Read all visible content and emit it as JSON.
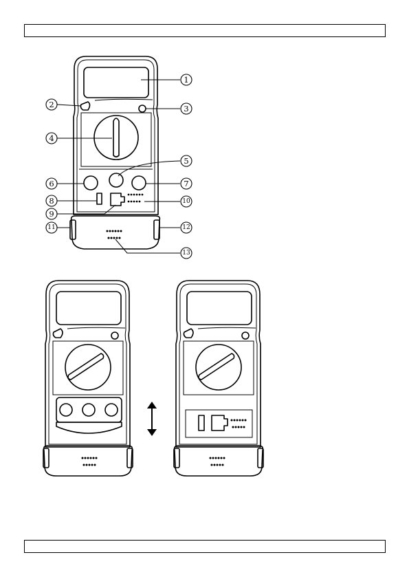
{
  "page": {
    "header_text": "",
    "footer_text": ""
  },
  "figure_top": {
    "callouts": [
      {
        "num": "1"
      },
      {
        "num": "2"
      },
      {
        "num": "3"
      },
      {
        "num": "4"
      },
      {
        "num": "5"
      },
      {
        "num": "6"
      },
      {
        "num": "7"
      },
      {
        "num": "8"
      },
      {
        "num": "9"
      },
      {
        "num": "10"
      },
      {
        "num": "11"
      },
      {
        "num": "12"
      },
      {
        "num": "13"
      }
    ]
  },
  "figure_bottom": {
    "arrow_icon": "up-down-arrow-icon"
  }
}
